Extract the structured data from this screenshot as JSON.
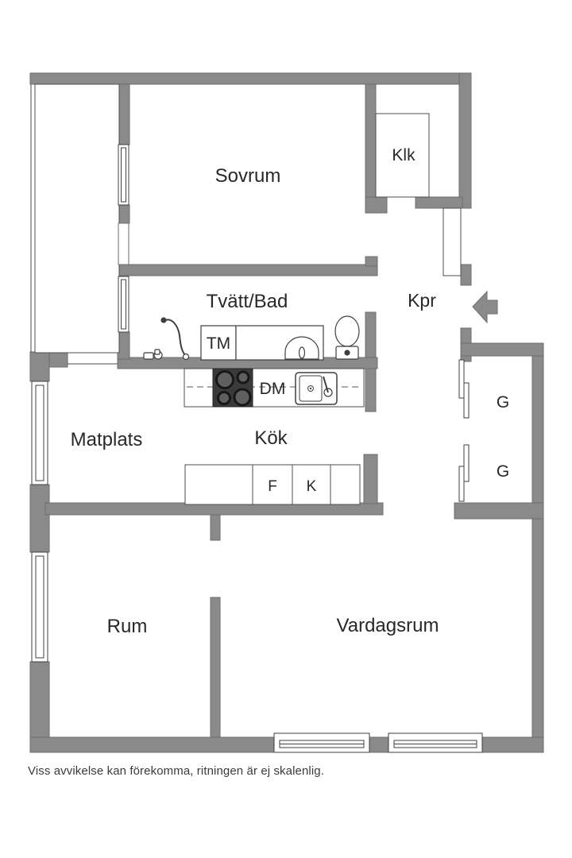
{
  "plan": {
    "rooms": {
      "sovrum": "Sovrum",
      "klk": "Klk",
      "tvatt_bad": "Tvätt/Bad",
      "kpr": "Kpr",
      "matplats": "Matplats",
      "kok": "Kök",
      "rum": "Rum",
      "vardagsrum": "Vardagsrum",
      "garderob_1": "G",
      "garderob_2": "G"
    },
    "appliances": {
      "washing_machine": "TM",
      "dishwasher": "DM",
      "freezer": "F",
      "fridge": "K"
    },
    "disclaimer": "Viss avvikelse kan förekomma, ritningen är ej skalenlig.",
    "colors": {
      "wall": "#8a8a8a",
      "wall_outline": "#6d6d6d",
      "thin_line": "#3f3f3f",
      "stove": "#3a3a3a",
      "text": "#282828",
      "background": "#ffffff"
    }
  }
}
